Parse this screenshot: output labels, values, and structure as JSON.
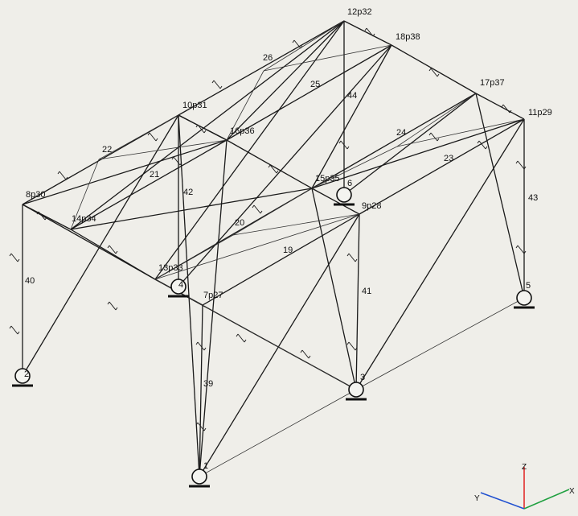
{
  "diagram": {
    "node_labels": [
      {
        "id": "n12",
        "text": "12p32"
      },
      {
        "id": "n18",
        "text": "18p38"
      },
      {
        "id": "n17",
        "text": "17p37"
      },
      {
        "id": "n11",
        "text": "11p29"
      },
      {
        "id": "n10",
        "text": "10p31"
      },
      {
        "id": "n16",
        "text": "16p36"
      },
      {
        "id": "n8",
        "text": "8p30"
      },
      {
        "id": "n14",
        "text": "14p34"
      },
      {
        "id": "n15",
        "text": "15p35"
      },
      {
        "id": "n9",
        "text": "9p28"
      },
      {
        "id": "n13",
        "text": "13p33"
      },
      {
        "id": "n7",
        "text": "7p27"
      },
      {
        "id": "s1",
        "text": "1"
      },
      {
        "id": "s3",
        "text": "3"
      },
      {
        "id": "s5",
        "text": "5"
      },
      {
        "id": "s6",
        "text": "6"
      },
      {
        "id": "s2",
        "text": "2"
      },
      {
        "id": "s4",
        "text": "4"
      }
    ],
    "member_labels": [
      {
        "id": "m26",
        "text": "26"
      },
      {
        "id": "m25",
        "text": "25"
      },
      {
        "id": "m44",
        "text": "44"
      },
      {
        "id": "m24",
        "text": "24"
      },
      {
        "id": "m23",
        "text": "23"
      },
      {
        "id": "m22",
        "text": "22"
      },
      {
        "id": "m21",
        "text": "21"
      },
      {
        "id": "m42",
        "text": "42"
      },
      {
        "id": "m20",
        "text": "20"
      },
      {
        "id": "m19",
        "text": "19"
      },
      {
        "id": "m40",
        "text": "40"
      },
      {
        "id": "m43",
        "text": "43"
      },
      {
        "id": "m41",
        "text": "41"
      },
      {
        "id": "m39",
        "text": "39"
      }
    ],
    "axes": {
      "z": "Z",
      "y": "Y",
      "x": "X"
    },
    "colors": {
      "z_axis": "#e02020",
      "y_axis": "#2050d0",
      "x_axis": "#20a040",
      "member": "#1a1a1a"
    }
  }
}
